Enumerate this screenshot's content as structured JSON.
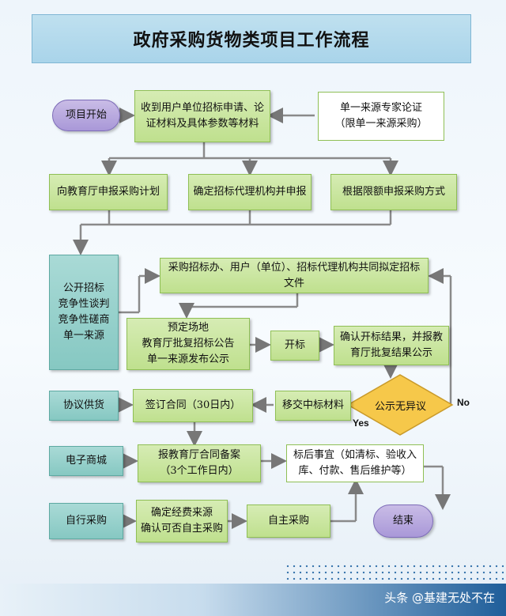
{
  "title": "政府采购货物类项目工作流程",
  "nodes": {
    "start": "项目开始",
    "receive_1": "收到用户单位招标申请、论",
    "receive_2": "证材料及具体参数等材料",
    "expert_1": "单一来源专家论证",
    "expert_2": "（限单一来源采购）",
    "plan": "向教育厅申报采购计划",
    "agency": "确定招标代理机构并申报",
    "method": "根据限额申报采购方式",
    "methods_1": "公开招标",
    "methods_2": "竞争性谈判",
    "methods_3": "竞争性磋商",
    "methods_4": "单一来源",
    "draft_1": "采购招标办、用户（单位）、招标代理机构共同拟定招标",
    "draft_2": "文件",
    "venue_1": "预定场地",
    "venue_2": "教育厅批复招标公告",
    "venue_3": "单一来源发布公示",
    "open": "开标",
    "confirm_1": "确认开标结果，并报教",
    "confirm_2": "育厅批复结果公示",
    "decision": "公示无异议",
    "yes": "Yes",
    "no": "No",
    "protocol": "协议供货",
    "contract": "签订合同（30日内）",
    "transfer": "移交中标材料",
    "emall": "电子商城",
    "filing_1": "报教育厅合同备案",
    "filing_2": "（3个工作日内）",
    "after_1": "标后事宜（如清标、验收入",
    "after_2": "库、付款、售后维护等）",
    "self": "自行采购",
    "funds_1": "确定经费来源",
    "funds_2": "确认可否自主采购",
    "selfbuy": "自主采购",
    "end": "结束"
  },
  "footer": "头条 @基建无处不在",
  "colors": {
    "box_fill": "#c9e6a0",
    "accent": "#1f5e9a",
    "decision": "#f6c84a"
  }
}
